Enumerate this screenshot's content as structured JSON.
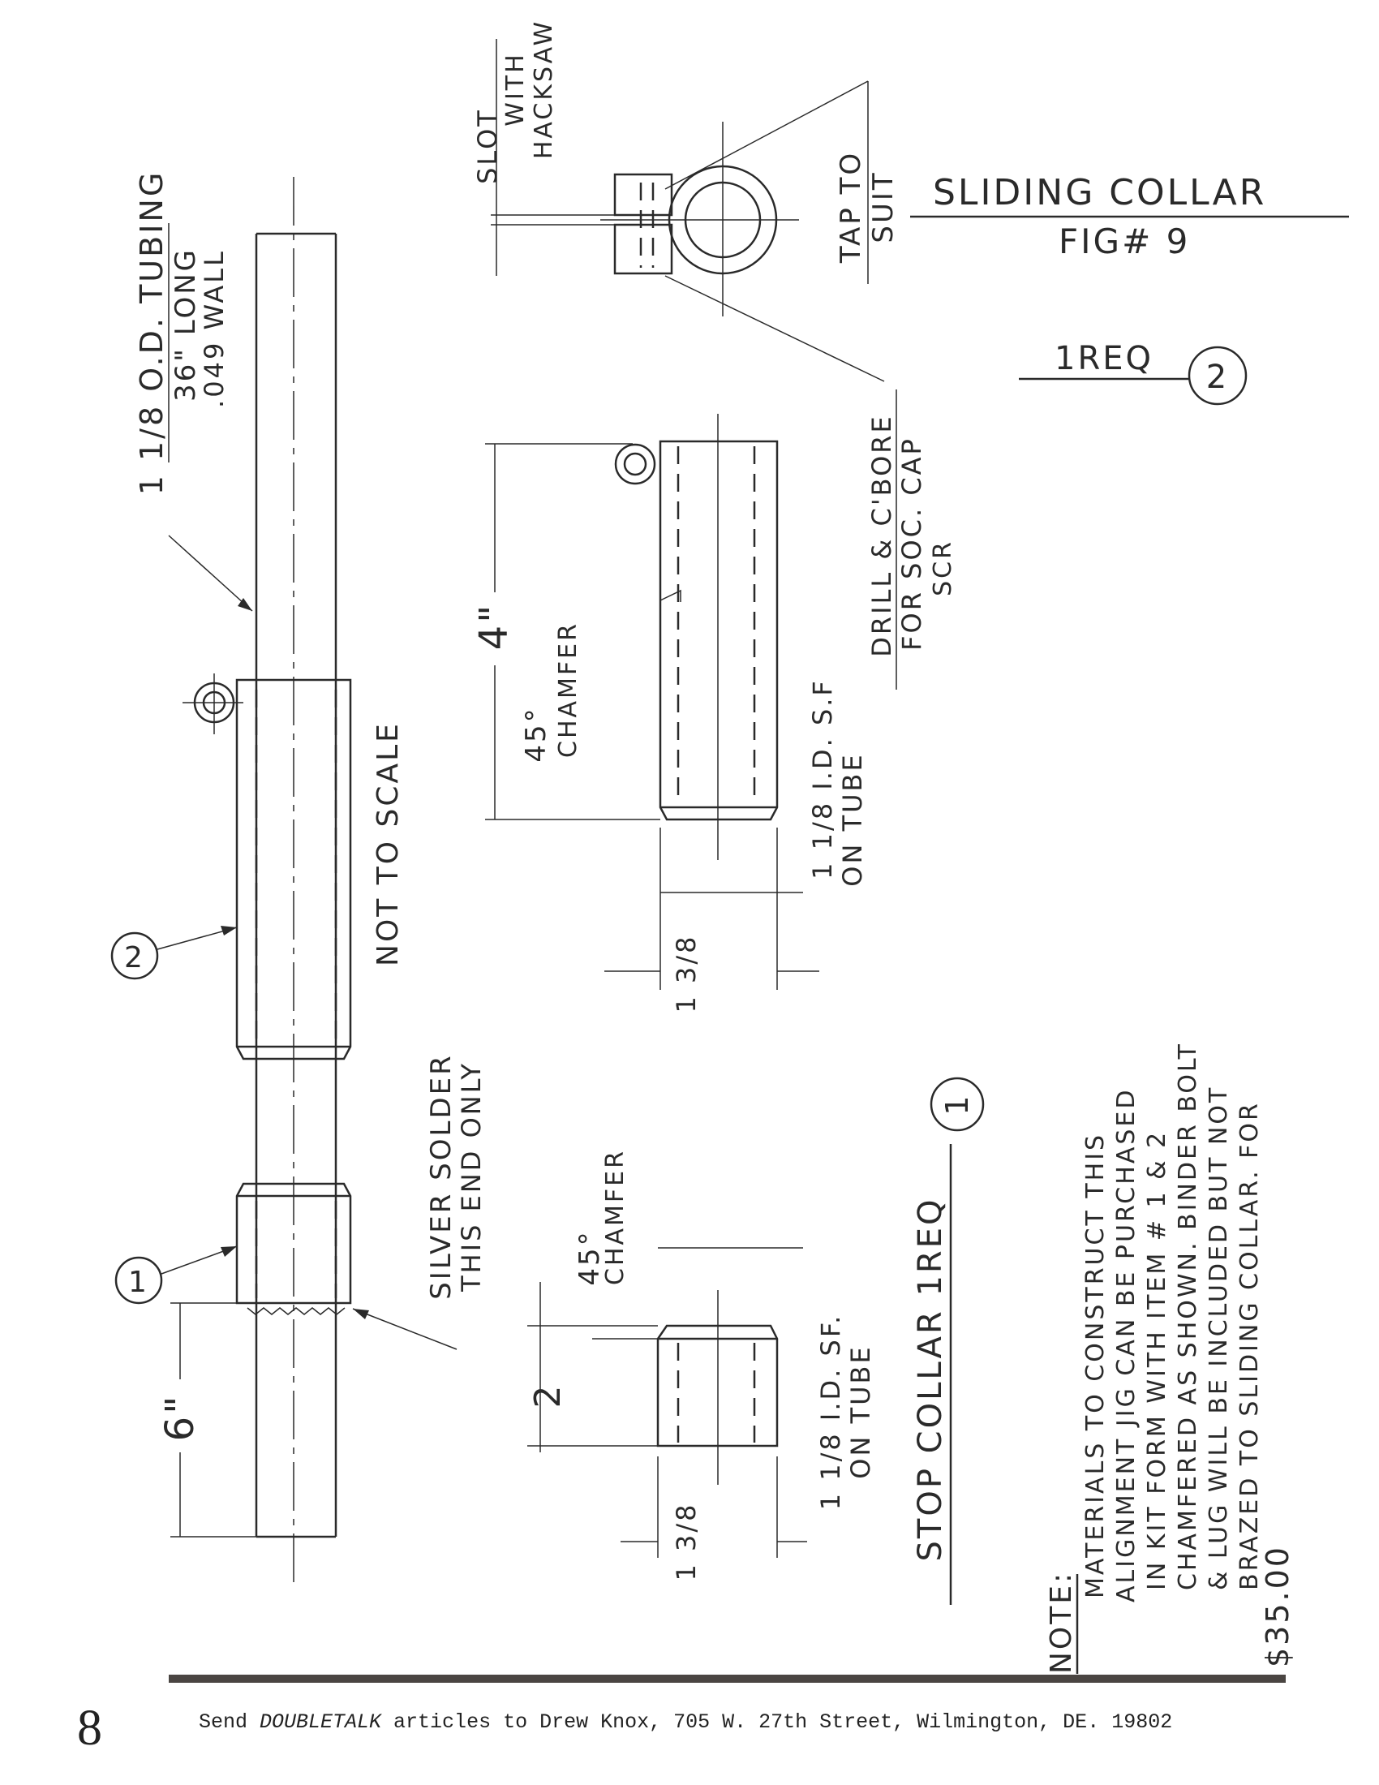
{
  "figure": {
    "title": "SLIDING COLLAR",
    "fig_label": "FIG# 9",
    "sliding_collar_qty": "1REQ",
    "sliding_collar_item": "2",
    "stop_collar_label": "STOP COLLAR 1REQ",
    "stop_collar_item": "1"
  },
  "labels": {
    "tubing_line1": "1 1/8 O.D. TUBING",
    "tubing_line2": "36\" LONG",
    "tubing_line3": ".049 WALL",
    "not_to_scale": "NOT TO SCALE",
    "silver_solder_line1": "SILVER SOLDER",
    "silver_solder_line2": "THIS END ONLY",
    "dim_6": "6\"",
    "balloon_2": "2",
    "balloon_1": "1",
    "slot_line1": "SLOT",
    "slot_line2": "WITH",
    "slot_line3": "HACKSAW",
    "tap_line1": "TAP TO",
    "tap_line2": "SUIT",
    "drill_line1": "DRILL & C'BORE",
    "drill_line2": "FOR SOC. CAP",
    "drill_line3": "SCR",
    "dim_4": "4\"",
    "chamfer_a_line1": "45°",
    "chamfer_a_line2": "CHAMFER",
    "id_a_line1": "1 1/8 I.D. S.F",
    "id_a_line2": "ON TUBE",
    "dim_138_a": "1 3/8",
    "chamfer_b_line1": "45°",
    "chamfer_b_line2": "CHAMFER",
    "dim_2": "2",
    "id_b_line1": "1 1/8 I.D. SF.",
    "id_b_line2": "ON TUBE",
    "dim_138_b": "1 3/8"
  },
  "note": {
    "heading": "NOTE:",
    "lines": [
      "MATERIALS TO CONSTRUCT THIS",
      "ALIGNMENT JIG CAN BE PURCHASED",
      "IN KIT FORM WITH ITEM # 1 & 2",
      "CHAMFERED AS SHOWN. BINDER BOLT",
      "& LUG WILL BE INCLUDED BUT NOT",
      "BRAZED TO SLIDING COLLAR. FOR",
      "$35.00"
    ]
  },
  "footer": {
    "page_number": "8",
    "text_prefix": "Send ",
    "publication": "DOUBLETALK",
    "text_suffix": " articles to Drew Knox, 705 W. 27th Street, Wilmington, DE. 19802"
  }
}
